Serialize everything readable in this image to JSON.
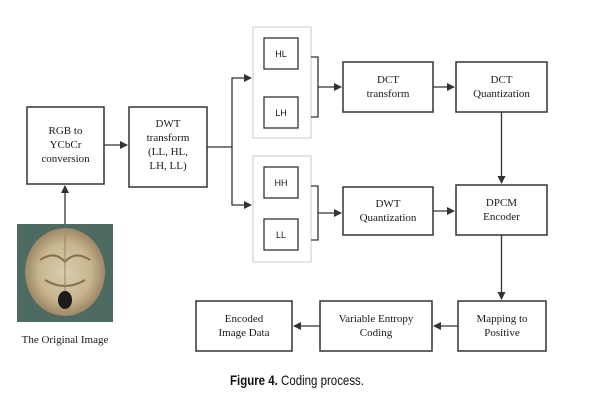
{
  "diagram": {
    "rgb_box": [
      "RGB to",
      "YCbCr",
      "conversion"
    ],
    "dwt_transform_box": [
      "DWT",
      "transform",
      "(LL, HL,",
      "LH, LL)"
    ],
    "subband_hl": "HL",
    "subband_lh": "LH",
    "subband_hh": "HH",
    "subband_ll": "LL",
    "dct_transform_box": [
      "DCT",
      "transform"
    ],
    "dct_quant_box": [
      "DCT",
      "Quantization"
    ],
    "dwt_quant_box": [
      "DWT",
      "Quantization"
    ],
    "dpcm_box": [
      "DPCM",
      "Encoder"
    ],
    "mapping_box": [
      "Mapping to",
      "Positive"
    ],
    "entropy_box": [
      "Variable Entropy",
      "Coding"
    ],
    "encoded_box": [
      "Encoded",
      "Image Data"
    ],
    "original_image_caption": "The Original Image"
  },
  "caption": {
    "label": "Figure 4.",
    "text": " Coding process."
  }
}
